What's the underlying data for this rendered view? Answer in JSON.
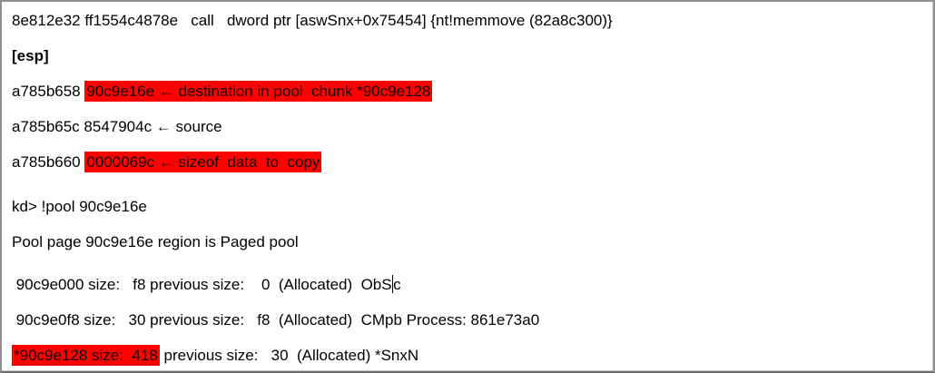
{
  "theme": {
    "background": "#ffffff",
    "border": "#8f8f8f",
    "text": "#000000",
    "highlight": "#fe0101"
  },
  "debugger_output": {
    "lines": [
      {
        "segments": [
          {
            "text": "8e812e32 ff1554c4878e   call   dword ptr [aswSnx+0x75454] {nt!memmove (82a8c300)}"
          }
        ]
      },
      {
        "segments": [
          {
            "text": "[esp]",
            "bold": true
          }
        ]
      },
      {
        "segments": [
          {
            "text": "a785b658 "
          },
          {
            "text": "90c9e16e ← destination in pool  chunk *90c9e128",
            "highlight": true
          }
        ]
      },
      {
        "segments": [
          {
            "text": "a785b65c 8547904c ← source"
          }
        ]
      },
      {
        "segments": [
          {
            "text": "a785b660 "
          },
          {
            "text": "0000069c ← sizeof  data  to  copy",
            "highlight": true
          }
        ]
      },
      {
        "segments": [
          {
            "text": "kd> !pool 90c9e16e"
          }
        ]
      },
      {
        "segments": [
          {
            "text": "Pool page 90c9e16e region is Paged pool"
          }
        ]
      },
      {
        "segments": [
          {
            "text": " 90c9e000 size:   f8 previous size:    0  (Allocated)  ObS"
          },
          {
            "caret": true
          },
          {
            "text": "c"
          }
        ]
      },
      {
        "segments": [
          {
            "text": " 90c9e0f8 size:   30 previous size:   f8  (Allocated)  CMpb Process: 861e73a0"
          }
        ]
      },
      {
        "segments": [
          {
            "text": "*90c9e128 size:  418",
            "highlight": true
          },
          {
            "text": " previous size:   30  (Allocated) *SnxN"
          }
        ]
      }
    ]
  }
}
